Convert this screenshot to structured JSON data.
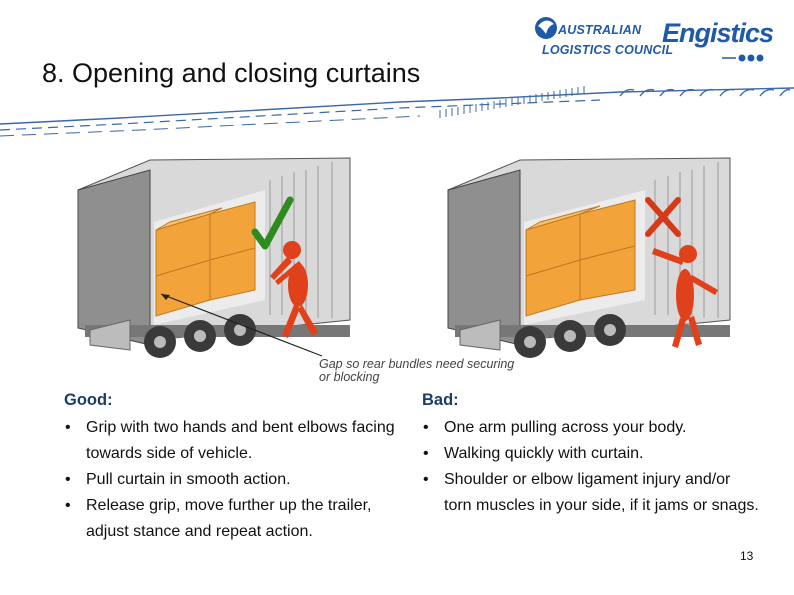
{
  "slide": {
    "title": "8. Opening and closing curtains",
    "page_number": "13"
  },
  "logos": {
    "alc_line1": "AUSTRALIAN",
    "alc_line2": "LOGISTICS COUNCIL",
    "engistics": "Engistics"
  },
  "illustration": {
    "caption": "Gap so rear bundles need securing or blocking"
  },
  "good": {
    "heading": "Good:",
    "items": [
      "Grip with two hands and bent elbows facing towards side of vehicle.",
      "Pull curtain in smooth action.",
      "Release grip, move further up the trailer, adjust stance and repeat action."
    ]
  },
  "bad": {
    "heading": "Bad:",
    "items": [
      "One arm pulling across your body.",
      "Walking quickly with curtain.",
      "Shoulder or elbow ligament injury and/or torn muscles in your side, if it jams or snags."
    ]
  },
  "colors": {
    "heading": "#1b3d6b",
    "brand_blue": "#1f5aa8",
    "check": "#2e8b1e",
    "cross": "#d43a1a",
    "worker": "#e0401a",
    "cargo": "#f2a33a"
  }
}
